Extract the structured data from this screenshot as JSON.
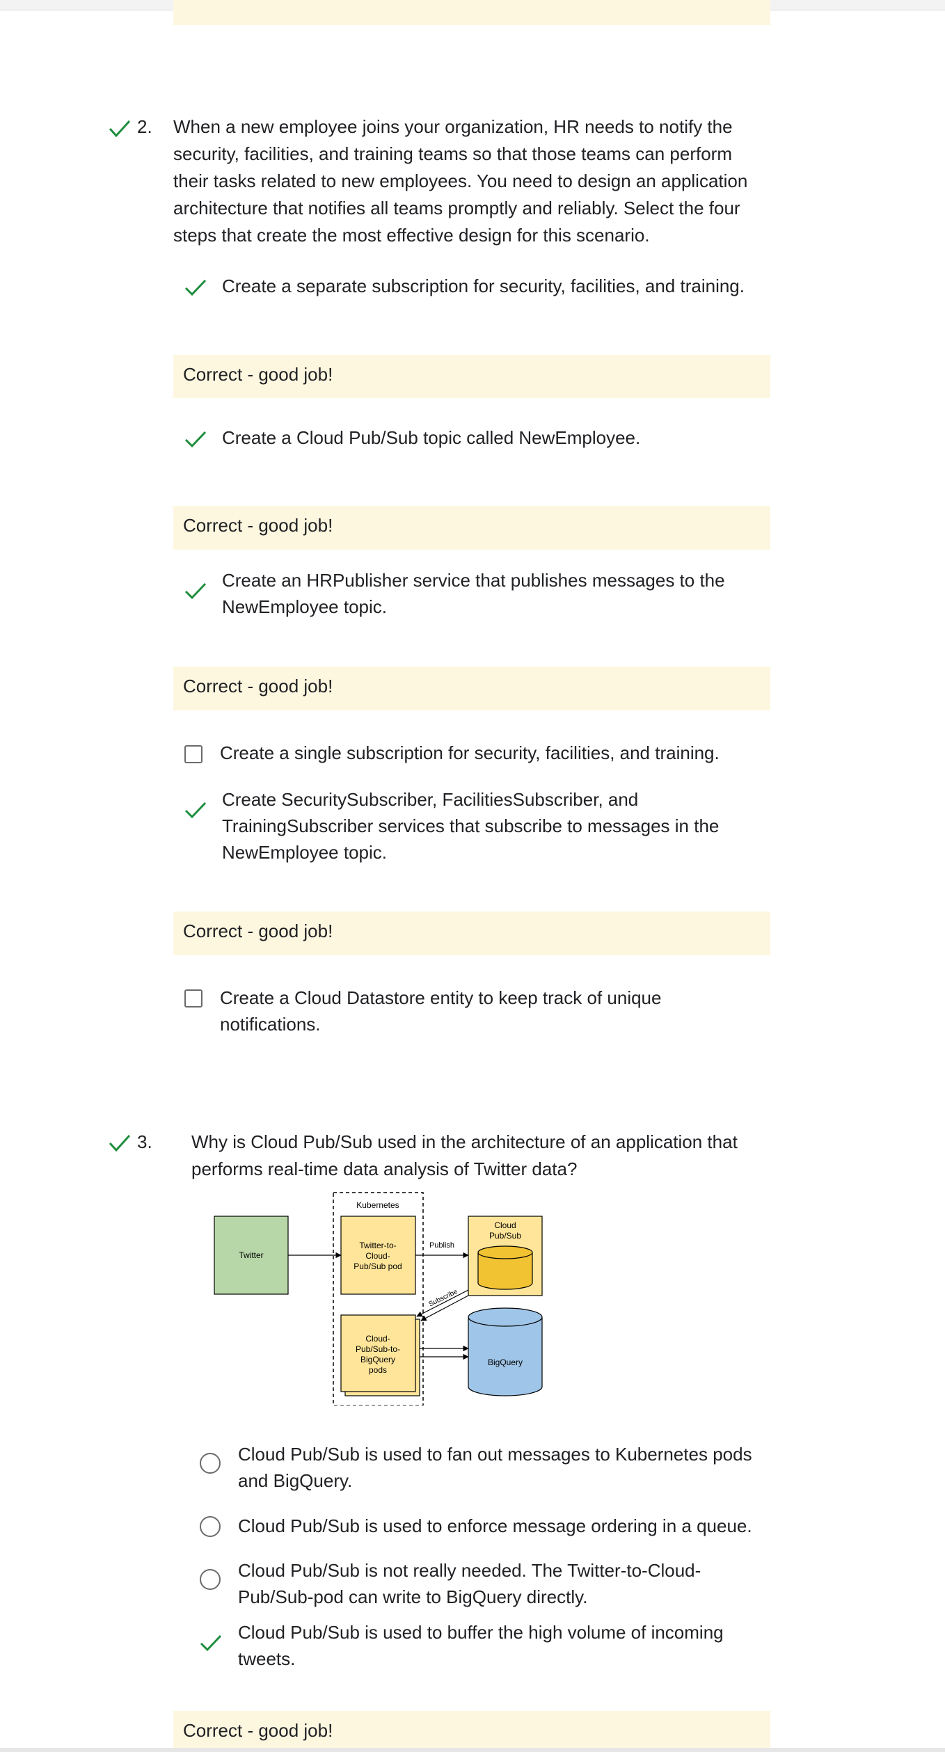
{
  "colors": {
    "correct": "#1e8e3e",
    "feedback_bg": "#fef7e0",
    "twitter_box": "#b7d7a8",
    "pod_box": "#ffe599",
    "db_yellow": "#f1c232",
    "db_blue": "#9fc5e8"
  },
  "q2": {
    "number": "2.",
    "text": [
      "When a new employee joins your organization, HR needs to notify the",
      "security, facilities, and training teams so that those teams can perform",
      "their tasks related to new employees. You need to design an application",
      "architecture that notifies all teams promptly and reliably. Select the four",
      "steps that create the most effective design for this scenario."
    ],
    "options": [
      {
        "lines": [
          "Create a separate subscription for security, facilities, and training."
        ],
        "state": "correct",
        "feedback": "Correct - good job!"
      },
      {
        "lines": [
          "Create a Cloud Pub/Sub topic called NewEmployee."
        ],
        "state": "correct",
        "feedback": "Correct - good job!"
      },
      {
        "lines": [
          "Create an HRPublisher service that publishes messages to the",
          "NewEmployee topic."
        ],
        "state": "correct",
        "feedback": "Correct - good job!"
      },
      {
        "lines": [
          "Create a single subscription for security, facilities, and training."
        ],
        "state": "unchecked"
      },
      {
        "lines": [
          "Create SecuritySubscriber, FacilitiesSubscriber, and",
          "TrainingSubscriber services that subscribe to messages in the",
          "NewEmployee topic."
        ],
        "state": "correct",
        "feedback": "Correct - good job!"
      },
      {
        "lines": [
          "Create a Cloud Datastore entity to keep track of unique",
          "notifications."
        ],
        "state": "unchecked"
      }
    ]
  },
  "q3": {
    "number": "3.",
    "text": [
      "Why is Cloud Pub/Sub used in the architecture of an application that",
      "performs real-time data analysis of Twitter data?"
    ],
    "diagram": {
      "kubernetes": "Kubernetes",
      "twitter": "Twitter",
      "pod1": [
        "Twitter-to-",
        "Cloud-",
        "Pub/Sub pod"
      ],
      "pubsub": [
        "Cloud",
        "Pub/Sub"
      ],
      "publish": "Publish",
      "subscribe": "Subscribe",
      "pod2": [
        "Cloud-",
        "Pub/Sub-to-",
        "BigQuery",
        "pods"
      ],
      "bigquery": "BigQuery"
    },
    "options": [
      {
        "lines": [
          "Cloud Pub/Sub is used to fan out messages to Kubernetes pods",
          "and BigQuery."
        ],
        "state": "radio"
      },
      {
        "lines": [
          "Cloud Pub/Sub is used to enforce message ordering in a queue."
        ],
        "state": "radio"
      },
      {
        "lines": [
          "Cloud Pub/Sub is not really needed. The Twitter-to-Cloud-",
          "Pub/Sub-pod can write to BigQuery directly."
        ],
        "state": "radio"
      },
      {
        "lines": [
          "Cloud Pub/Sub is used to buffer the high volume of incoming",
          "tweets."
        ],
        "state": "correct",
        "feedback": "Correct - good job!"
      }
    ]
  }
}
